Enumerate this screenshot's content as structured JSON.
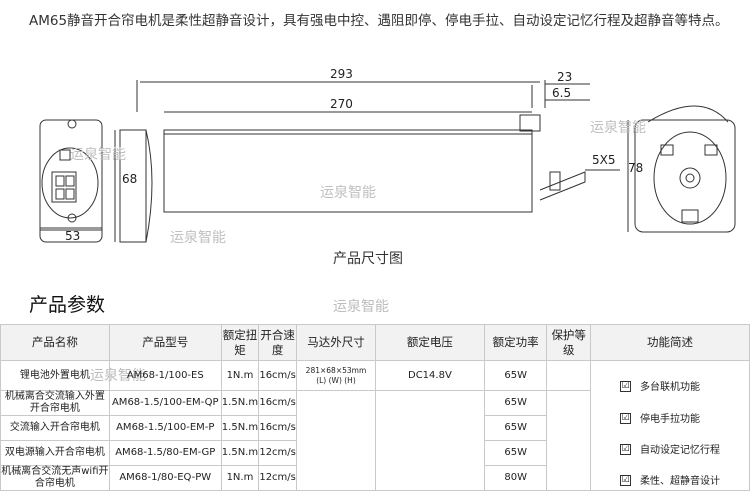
{
  "intro": "AM65静音开合帘电机是柔性超静音设计，具有强电中控、遇阻即停、停电手拉、自动设定记忆行程及超静音等特点。",
  "diagram": {
    "dims": {
      "d293": "293",
      "d270": "270",
      "d23": "23",
      "d65": "6.5",
      "d5x5": "5X5",
      "d78": "78",
      "d68": "68",
      "d53": "53"
    },
    "watermark": "运泉智能",
    "caption": "产品尺寸图"
  },
  "section_title": "产品参数",
  "table": {
    "headers": {
      "name": "产品名称",
      "model": "产品型号",
      "torque": "额定扭矩",
      "speed": "开合速度",
      "size": "马达外尺寸",
      "voltage": "额定电压",
      "power": "额定功率",
      "protection": "保护等级",
      "features": "功能简述"
    },
    "rows": [
      {
        "name": "锂电池外置电机",
        "model": "AM68-1/100-ES",
        "torque": "1N.m",
        "speed": "16cm/s",
        "size": "281×68×53mm",
        "size_sub": "(L)      (W)     (H)",
        "voltage": "DC14.8V",
        "power": "65W"
      },
      {
        "name": "机械离合交流输入外置开合帘电机",
        "model": "AM68-1.5/100-EM-QP",
        "torque": "1.5N.m",
        "speed": "16cm/s",
        "size": "",
        "voltage": "",
        "power": "65W"
      },
      {
        "name": "交流输入开合帘电机",
        "model": "AM68-1.5/100-EM-P",
        "torque": "1.5N.m",
        "speed": "16cm/s",
        "size": "",
        "voltage": "",
        "power": "65W"
      },
      {
        "name": "双电源输入开合帘电机",
        "model": "AM68-1.5/80-EM-GP",
        "torque": "1.5N.m",
        "speed": "12cm/s",
        "size": "",
        "voltage": "",
        "power": "65W"
      },
      {
        "name": "机械离合交流无声wifi开合帘电机",
        "model": "AM68-1/80-EQ-PW",
        "torque": "1N.m",
        "speed": "12cm/s",
        "size": "",
        "voltage": "",
        "power": "80W"
      }
    ],
    "features": [
      "多台联机功能",
      "停电手拉功能",
      "自动设定记忆行程",
      "柔性、超静音设计"
    ],
    "check": "☑"
  }
}
